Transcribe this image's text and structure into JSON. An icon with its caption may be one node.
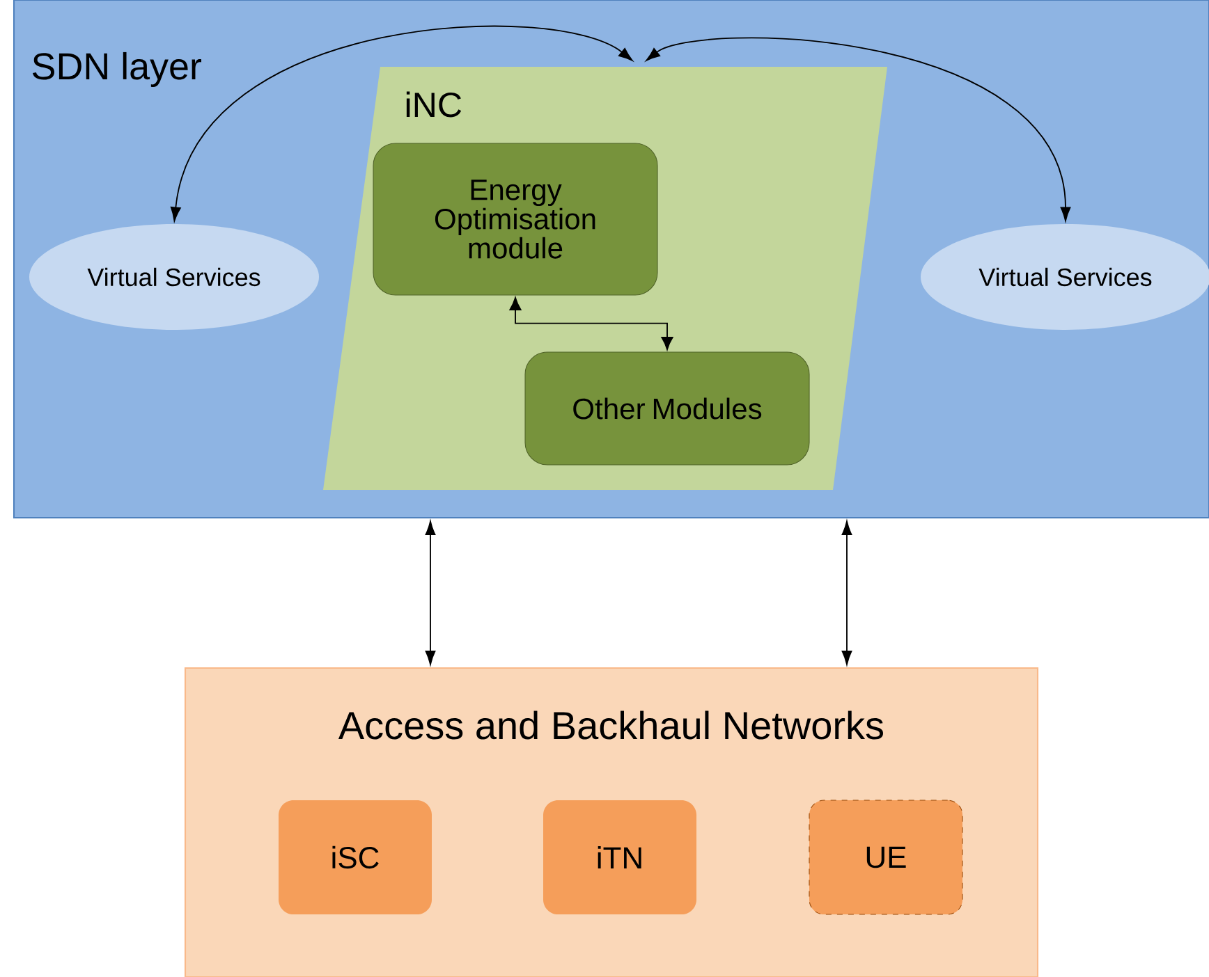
{
  "diagram": {
    "nodes": [
      {
        "text": [
          "SDN layer"
        ]
      },
      {
        "text": [
          "iNC"
        ],
        "in": 0
      },
      {
        "text": [
          "Energy Optimisation module"
        ],
        "in": 1
      },
      {
        "text": [
          "Other Modules"
        ],
        "in": 1
      },
      {
        "text": [
          "Virtual Services"
        ],
        "in": 0
      },
      {
        "text": [
          "Virtual Services"
        ],
        "in": 0
      },
      {
        "text": [
          "Access and Backhaul Networks"
        ]
      },
      {
        "text": [
          "iSC"
        ],
        "in": 6
      },
      {
        "text": [
          "iTN"
        ],
        "in": 6
      },
      {
        "text": [
          "UE"
        ],
        "in": 6
      }
    ],
    "edges": [
      {
        "from": 1,
        "to": 4,
        "arrow": "both"
      },
      {
        "from": 1,
        "to": 5,
        "arrow": "both"
      },
      {
        "from": 2,
        "to": 3,
        "arrow": "both"
      },
      {
        "from": 0,
        "to": 6,
        "arrow": "both"
      },
      {
        "from": 0,
        "to": 6,
        "arrow": "both"
      }
    ]
  }
}
